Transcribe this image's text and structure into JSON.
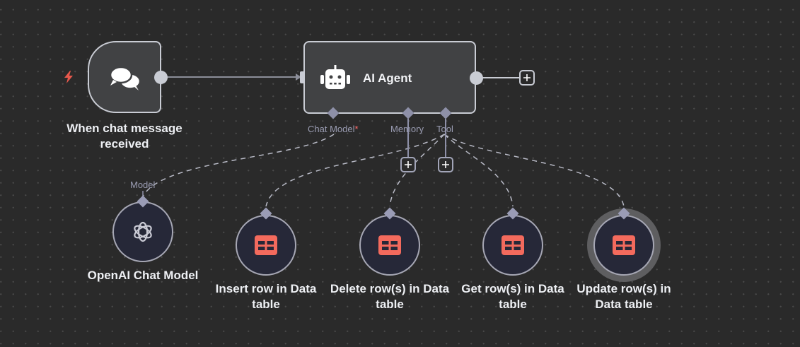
{
  "canvas": {
    "background": "#2a2a2a",
    "grid_dot_color": "#4a4a4a"
  },
  "colors": {
    "node_fill": "#414244",
    "node_border": "#c9ccd4",
    "sub_node_fill": "#262838",
    "sub_node_border": "#a6a7b4",
    "port_color": "#8e90a8",
    "data_table_icon": "#f36a5d",
    "trigger_bolt": "#e8584c",
    "required_marker": "#ff6b6b"
  },
  "nodes": {
    "trigger": {
      "label_line1": "When chat message",
      "label_line2": "received",
      "icon": "chat-bubbles-icon",
      "badge_icon": "lightning-bolt-icon"
    },
    "agent": {
      "title": "AI Agent",
      "icon": "robot-icon",
      "ports": {
        "chat_model": "Chat Model",
        "chat_model_required": "*",
        "memory": "Memory",
        "tool": "Tool"
      }
    },
    "openai": {
      "label": "OpenAI Chat Model",
      "port_label": "Model",
      "icon": "openai-icon"
    },
    "tools": [
      {
        "label_line1": "Insert row in Data",
        "label_line2": "table",
        "icon": "data-table-icon",
        "selected": false
      },
      {
        "label_line1": "Delete row(s) in Data",
        "label_line2": "table",
        "icon": "data-table-icon",
        "selected": false
      },
      {
        "label_line1": "Get row(s) in Data",
        "label_line2": "table",
        "icon": "data-table-icon",
        "selected": false
      },
      {
        "label_line1": "Update row(s) in",
        "label_line2": "Data table",
        "icon": "data-table-icon",
        "selected": true
      }
    ]
  },
  "buttons": {
    "add_after_agent": "+",
    "add_memory": "+",
    "add_tool": "+"
  }
}
